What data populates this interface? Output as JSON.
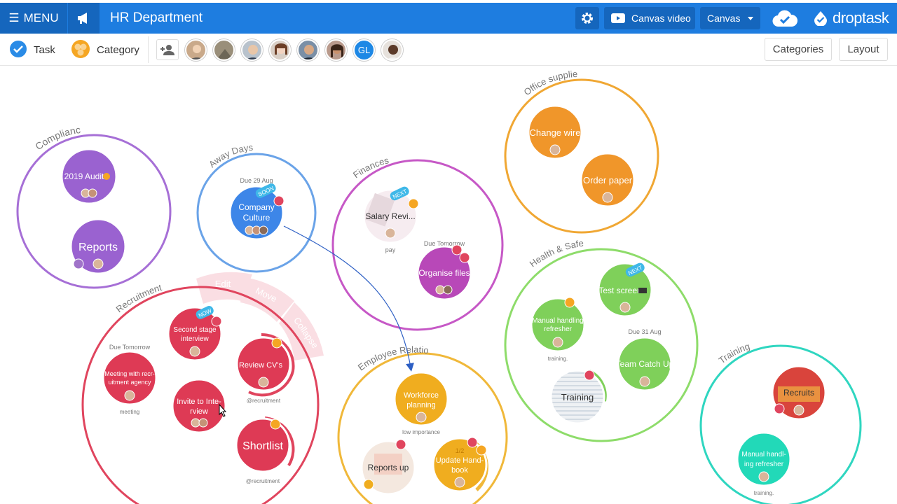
{
  "header": {
    "menu_label": "MENU",
    "department_title": "HR Department",
    "video_label": "Canvas video",
    "canvas_label": "Canvas",
    "logo_text": "droptask",
    "accent": "#1e7de0"
  },
  "toolbar": {
    "task_label": "Task",
    "category_label": "Category",
    "avatar_initials": "GL",
    "categories_label": "Categories",
    "layout_label": "Layout"
  },
  "categories": {
    "compliance": "Compliance",
    "away_days": "Away Days",
    "finances": "Finances",
    "office_supplies": "Office supplies",
    "health_safety": "Health & Safety",
    "recruitment": "Recruitment",
    "employee_relations": "Employee Relations",
    "training": "Training"
  },
  "tasks": {
    "audit": "2019 Audit",
    "reports": "Reports",
    "company_culture_1": "Company",
    "company_culture_2": "Culture",
    "company_culture_due": "Due 29 Aug",
    "salary_review": "Salary Revi...",
    "salary_note": "pay",
    "organise_files": "Organise files",
    "organise_due": "Due Tomorrow",
    "change_wire": "Change wire",
    "order_paper": "Order paper",
    "manual_handling_1": "Manual handling",
    "manual_handling_2": "refresher",
    "manual_handling_note": "training.",
    "test_screen": "Test screen",
    "team_catch_up": "Team Catch Up",
    "team_catch_up_due": "Due 31 Aug",
    "training_task": "Training",
    "second_stage_1": "Second stage",
    "second_stage_2": "interview",
    "meeting_1": "Meeting with recr-",
    "meeting_2": "uitment agency",
    "meeting_due": "Due Tomorrow",
    "meeting_note": "meeting",
    "review_cvs": "Review CV's",
    "review_note": "@recruitment",
    "invite_1": "Invite to Inte-",
    "invite_2": "rview",
    "shortlist": "Shortlist",
    "shortlist_note": "@recruitment",
    "workforce_1": "Workforce",
    "workforce_2": "planning",
    "workforce_note": "low importance",
    "reports_up": "Reports up",
    "update_1": "Update Hand-",
    "update_2": "book",
    "update_progress": "1/2",
    "recruits": "Recruits",
    "manual_handing_1": "Manual handl-",
    "manual_handing_2": "ing refresher",
    "manual_handing_note": "training."
  },
  "badges": {
    "soon": "SOON",
    "next": "NEXT",
    "now": "NOW"
  },
  "context_menu": {
    "edit": "Edit",
    "move": "Move",
    "collapse": "Collapse"
  },
  "colors": {
    "compliance": "#a66fd6",
    "away_days": "#6aa3e8",
    "finances": "#c658c6",
    "office_supplies": "#f0a733",
    "health_safety": "#8edc6a",
    "recruitment": "#e0455e",
    "employee_relations": "#f0b83a",
    "training": "#2fd6c0"
  }
}
